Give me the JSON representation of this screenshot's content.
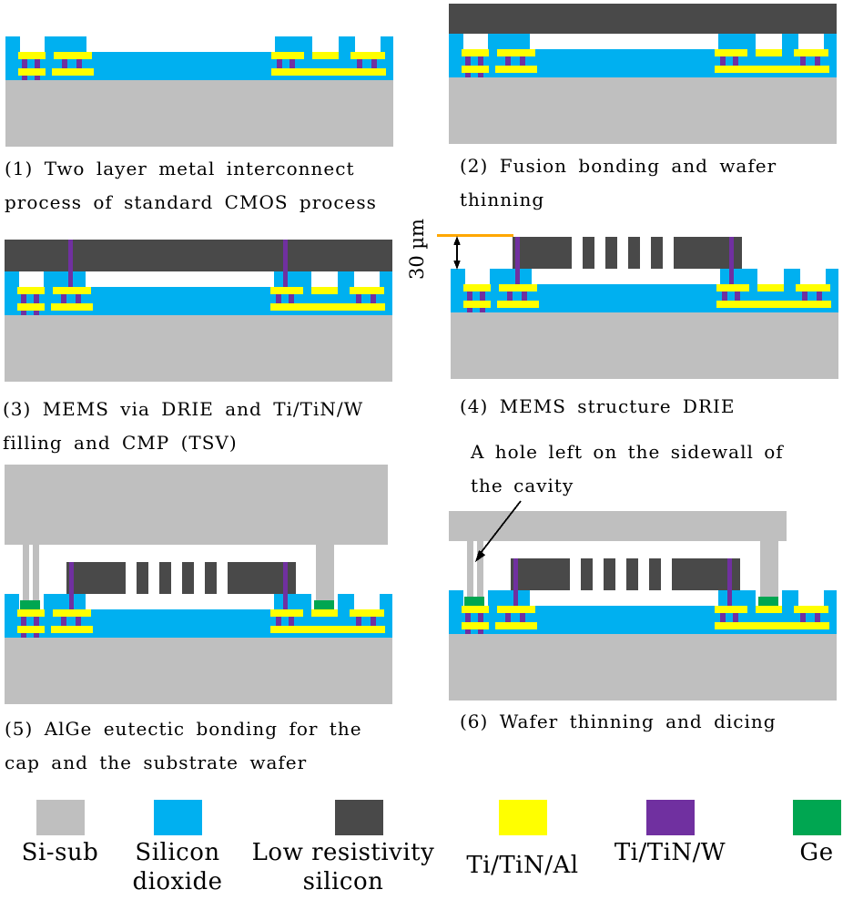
{
  "colors": {
    "background": "#ffffff",
    "si_sub": "#bfbfbf",
    "silicon_dioxide": "#00b0f0",
    "low_resistivity_silicon": "#494949",
    "ti_tin_al": "#ffff00",
    "ti_tin_w": "#7030a0",
    "ge": "#00a651",
    "dimension_line": "#ffa700",
    "text": "#000000"
  },
  "panels": {
    "p1": {
      "caption": "(1) Two layer metal interconnect\nprocess of standard CMOS process"
    },
    "p2": {
      "caption": "(2) Fusion bonding and wafer\nthinning"
    },
    "p3": {
      "caption": "(3) MEMS via DRIE and Ti/TiN/W\nfilling and CMP (TSV)"
    },
    "p4": {
      "caption": "(4) MEMS structure DRIE",
      "dimension_label": "30 µm"
    },
    "p5": {
      "caption": "(5) AlGe eutectic bonding for the\ncap and the substrate wafer"
    },
    "p6": {
      "caption": "(6) Wafer thinning and dicing",
      "annotation": "A hole left on the sidewall of\nthe cavity"
    }
  },
  "legend": {
    "items": [
      {
        "label": "Si-sub",
        "color_key": "si_sub"
      },
      {
        "label": "Silicon\ndioxide",
        "color_key": "silicon_dioxide"
      },
      {
        "label": "Low resistivity\nsilicon",
        "color_key": "low_resistivity_silicon"
      },
      {
        "label": "Ti/TiN/Al",
        "color_key": "ti_tin_al"
      },
      {
        "label": "Ti/TiN/W",
        "color_key": "ti_tin_w"
      },
      {
        "label": "Ge",
        "color_key": "ge"
      }
    ]
  }
}
